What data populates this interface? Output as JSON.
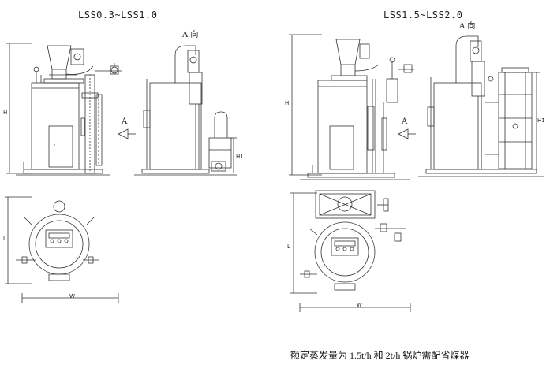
{
  "titles": {
    "left": "LSS0.3~LSS1.0",
    "right": "LSS1.5~LSS2.0"
  },
  "view_labels": {
    "a_view_left": "A 向",
    "a_view_right": "A 向",
    "arrow_left": "A",
    "arrow_right": "A"
  },
  "dimensions": {
    "h_left": "H",
    "h1_left": "H1",
    "l_left": "L",
    "w_left": "W",
    "h_right": "H",
    "h1_right": "H1",
    "l_right": "L",
    "w_right": "W"
  },
  "caption": "额定蒸发量为 1.5t/h 和 2t/h 锅炉需配省煤器"
}
